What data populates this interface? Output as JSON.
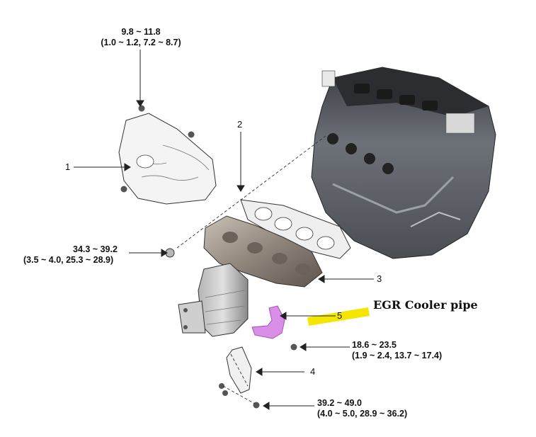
{
  "torque_specs": [
    {
      "id": "t1",
      "line1": "9.8 ~ 11.8",
      "line2": "(1.0 ~ 1.2, 7.2 ~ 8.7)"
    },
    {
      "id": "t2",
      "line1": "34.3 ~ 39.2",
      "line2": "(3.5 ~ 4.0, 25.3 ~ 28.9)"
    },
    {
      "id": "t3",
      "line1": "18.6 ~ 23.5",
      "line2": "(1.9 ~ 2.4, 13.7 ~ 17.4)"
    },
    {
      "id": "t4",
      "line1": "39.2 ~ 49.0",
      "line2": "(4.0 ~ 5.0, 28.9 ~ 36.2)"
    }
  ],
  "callouts": [
    "1",
    "2",
    "3",
    "4",
    "5"
  ],
  "annotation": {
    "text": "EGR Cooler pipe",
    "highlight_color": "#f5e600"
  },
  "colors": {
    "egr_pipe": "#d98ee8",
    "line": "#222222"
  }
}
